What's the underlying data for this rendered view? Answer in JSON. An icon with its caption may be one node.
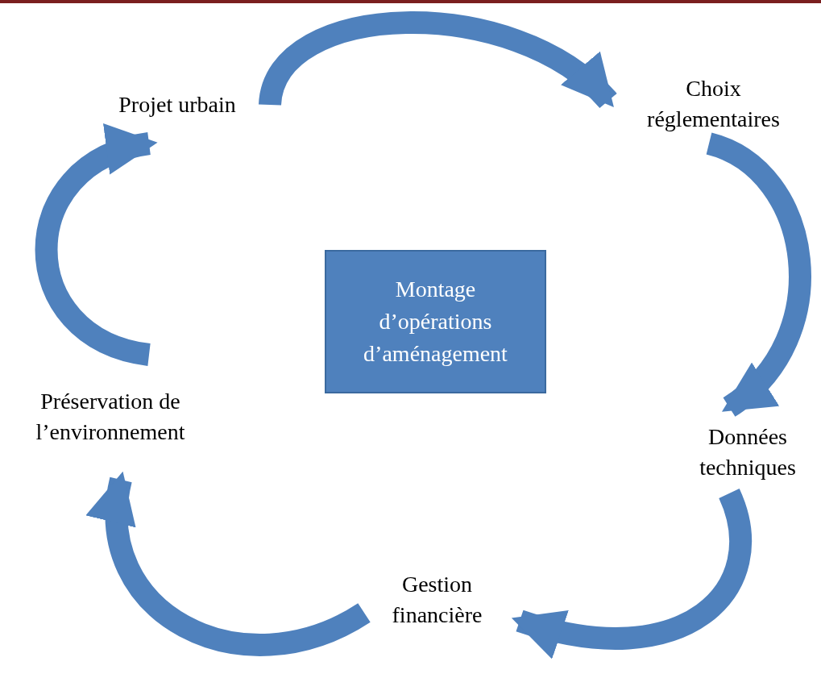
{
  "diagram": {
    "nodes": [
      {
        "text": [
          "Montage d’opérations d’aménagement"
        ]
      },
      {
        "text": [
          "Projet urbain"
        ]
      },
      {
        "text": [
          "Choix réglementaires"
        ]
      },
      {
        "text": [
          "Données techniques"
        ]
      },
      {
        "text": [
          "Gestion financière"
        ]
      },
      {
        "text": [
          "Préservation de l’environnement"
        ]
      }
    ],
    "edges": [
      {
        "from": 1,
        "to": 2,
        "arrow": "to"
      },
      {
        "from": 2,
        "to": 3,
        "arrow": "to"
      },
      {
        "from": 3,
        "to": 4,
        "arrow": "to"
      },
      {
        "from": 4,
        "to": 5,
        "arrow": "to"
      },
      {
        "from": 5,
        "to": 1,
        "arrow": "to"
      }
    ]
  }
}
